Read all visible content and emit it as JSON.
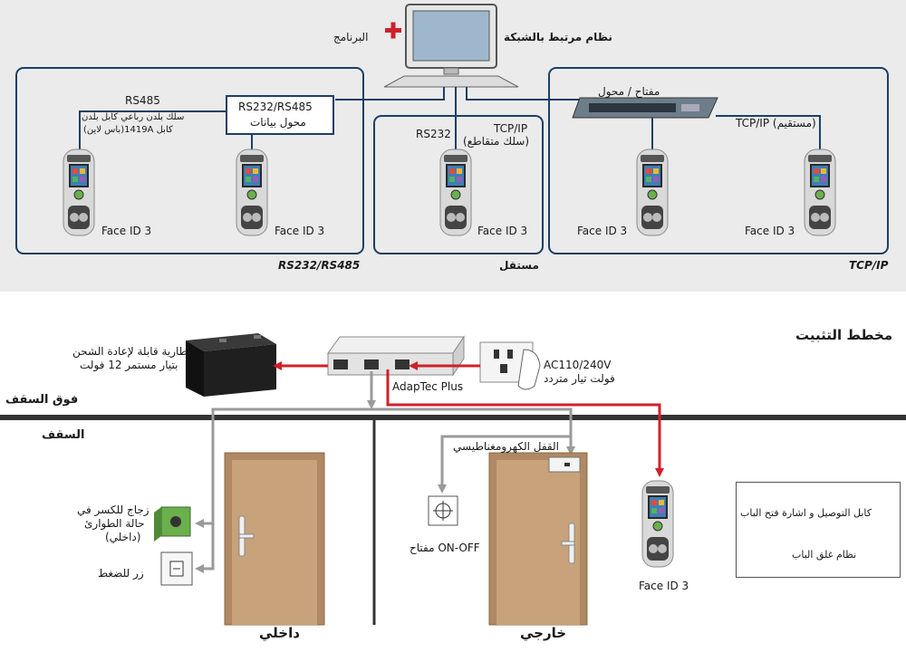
{
  "network": {
    "software_label": "البرنامج",
    "networked_system_label": "نظام مرتبط بالشبكة",
    "rs485_label": "RS485",
    "rs485_cable_note_1": "سلك بلدن رباعي كابل بلدن",
    "rs485_cable_note_2": "كابل 1419A(باس لاين)",
    "converter_label_1": "RS232/RS485",
    "converter_label_2": "محول بيانات",
    "rs232_label": "RS232",
    "tcpip_cross_1": "TCP/IP",
    "tcpip_cross_2": "(سلك متقاطع)",
    "switch_label": "مفتاح / محول",
    "tcpip_straight": "TCP/IP (مستقيم)",
    "device_label": "Face ID 3",
    "group_rs": "RS232/RS485",
    "group_standalone": "مستقل",
    "group_tcpip": "TCP/IP"
  },
  "installation": {
    "title": "مخطط التثبيت",
    "battery_1": "بطارية قابلة لإعادة الشحن",
    "battery_2": "بتيار مستمر 12 فولت",
    "adaptec_label": "AdapTec Plus",
    "power_1": "AC110/240V",
    "power_2": "فولت تيار متردد",
    "above_ceiling": "فوق السقف",
    "ceiling": "السقف",
    "magnetic_lock": "القفل الكهرومغناطيسي",
    "glass_1": "زجاج للكسر في",
    "glass_2": "حالة الطوارئ",
    "glass_3": "(داخلي)",
    "push_button": "زر للضغط",
    "onoff_switch": "ON-OFF مفتاح",
    "device_label": "Face ID 3",
    "inside": "داخلي",
    "outside": "خارجي",
    "legend_red": "كابل التوصيل و اشارة فتح الباب",
    "legend_gray": "نظام غلق الباب"
  },
  "colors": {
    "frame_blue": "#1c3f66",
    "signal_red": "#d0202a",
    "lock_gray": "#9a9a9a",
    "door_brown": "#c7a27a"
  }
}
